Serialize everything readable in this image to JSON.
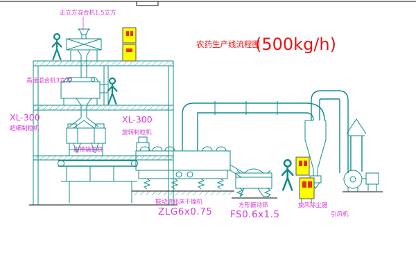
{
  "title": {
    "text": "农药生产线流程图",
    "capacity": "(500kg/h)"
  },
  "labels": {
    "cube_mixer": "正立方混合机1.5立方",
    "high_speed_mixer": "高速混合机3立方",
    "granulator_left_model": "XL-300",
    "granulator_left_name": "超细制粒机",
    "granulator_mid_model": "XL-300",
    "granulator_mid_name": "旋转制粒机",
    "belt_conveyor": "皮带输送机",
    "dryer_name": "振动流化床干燥机",
    "dryer_model": "ZLG6x0.75",
    "sieve_name": "方形振动筛",
    "sieve_model": "FS0.6x1.5",
    "cyclone_name": "旋风除尘器",
    "fan_name": "引风机"
  },
  "colors": {
    "line": "#0e8b8b",
    "label": "#d63ad6",
    "title": "#ee1111",
    "cabinet_fill": "#ffff00",
    "cabinet_mark": "#e03020",
    "dark": "#3a3a3a",
    "background": "#ffffff"
  }
}
